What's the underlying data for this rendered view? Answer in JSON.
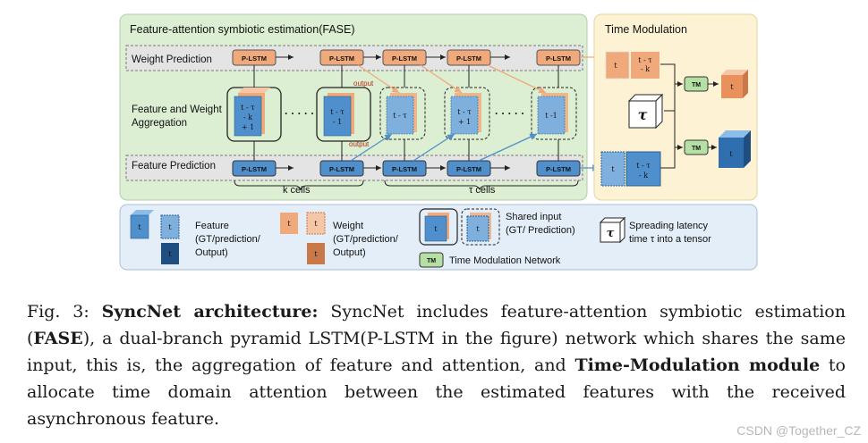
{
  "fase": {
    "title": "Feature-attention symbiotic estimation(FASE)",
    "weight_row_label": "Weight Prediction",
    "aggregation_label_1": "Feature and Weight",
    "aggregation_label_2": "Aggregation",
    "feature_row_label": "Feature Prediction",
    "cell_label": "P-LSTM",
    "output_label": "output",
    "k_cells": "k cells",
    "tau_cells": "τ cells",
    "dots": "· · · · ·",
    "cube_first_1": "t - τ",
    "cube_first_2": "- k",
    "cube_first_3": "+ 1",
    "cube_second_1": "t - τ",
    "cube_second_2": "- 1",
    "cube_third_1": "t - τ",
    "cube_fourth_1": "t - τ",
    "cube_fourth_2": "+ 1",
    "cube_last_1": "t -1"
  },
  "time_modulation": {
    "title": "Time Modulation",
    "weight_cube_1": "t",
    "weight_cube_2a": "t - τ",
    "weight_cube_2b": "- k",
    "tau_symbol": "τ",
    "tm_label": "TM",
    "out_weight_label": "t",
    "feature_cube_1": "t",
    "feature_cube_2a": "t - τ",
    "feature_cube_2b": "- k",
    "out_feature_label": "t"
  },
  "legend": {
    "feature_cube_label": "t",
    "feature_text_1": "Feature",
    "feature_text_2": "(GT/prediction/",
    "feature_text_3": "Output)",
    "weight_cube_label": "t",
    "weight_text_1": "Weight",
    "weight_text_2": "(GT/prediction/",
    "weight_text_3": "Output)",
    "shared_text_1": "Shared input",
    "shared_text_2": "(GT/ Prediction)",
    "tau_text_1": "Spreading latency",
    "tau_text_2": "time τ into a tensor",
    "tm_text": "Time Modulation Network",
    "tm_label": "TM",
    "tau_symbol": "τ"
  },
  "caption": {
    "prefix": "Fig. 3: ",
    "bold_title": "SyncNet architecture:",
    "part1": " SyncNet includes feature-attention symbiotic estimation (",
    "bold_fase": "FASE",
    "part2": "), a dual-branch pyramid LSTM(P-LSTM in the figure) network which shares the same input, this is, the aggregation of feature and attention, and ",
    "bold_tm": "Time-Modulation module",
    "part3": " to allocate time domain attention between the estimated features with the received asynchronous feature."
  },
  "watermark": "CSDN @Together_CZ",
  "colors": {
    "fase_bg": "#dcefd2",
    "tm_bg": "#fdf3d4",
    "legend_bg": "#e4eef8",
    "feature_blue": "#4f8fcb",
    "weight_orange": "#f0a97a",
    "tm_green": "#b5e0a3"
  }
}
